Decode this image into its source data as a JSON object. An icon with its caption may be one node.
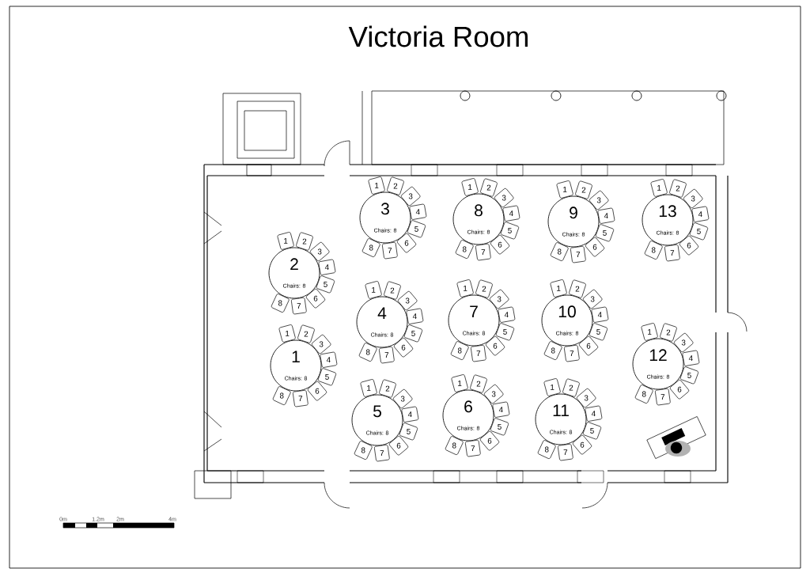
{
  "diagram": {
    "title": "Victoria Room",
    "nodes": [
      {
        "text": [
          "1",
          "Chairs: 8"
        ]
      },
      {
        "text": [
          "1"
        ]
      },
      {
        "text": [
          "2"
        ]
      },
      {
        "text": [
          "3"
        ]
      },
      {
        "text": [
          "4"
        ]
      },
      {
        "text": [
          "5"
        ]
      },
      {
        "text": [
          "6"
        ]
      },
      {
        "text": [
          "7"
        ]
      },
      {
        "text": [
          "8"
        ]
      },
      {
        "text": [
          "2",
          "Chairs: 8"
        ]
      },
      {
        "text": [
          "1"
        ]
      },
      {
        "text": [
          "2"
        ]
      },
      {
        "text": [
          "3"
        ]
      },
      {
        "text": [
          "4"
        ]
      },
      {
        "text": [
          "5"
        ]
      },
      {
        "text": [
          "6"
        ]
      },
      {
        "text": [
          "7"
        ]
      },
      {
        "text": [
          "8"
        ]
      },
      {
        "text": [
          "3",
          "Chairs: 8"
        ]
      },
      {
        "text": [
          "1"
        ]
      },
      {
        "text": [
          "2"
        ]
      },
      {
        "text": [
          "3"
        ]
      },
      {
        "text": [
          "4"
        ]
      },
      {
        "text": [
          "5"
        ]
      },
      {
        "text": [
          "6"
        ]
      },
      {
        "text": [
          "7"
        ]
      },
      {
        "text": [
          "8"
        ]
      },
      {
        "text": [
          "4",
          "Chairs: 8"
        ]
      },
      {
        "text": [
          "1"
        ]
      },
      {
        "text": [
          "2"
        ]
      },
      {
        "text": [
          "3"
        ]
      },
      {
        "text": [
          "4"
        ]
      },
      {
        "text": [
          "5"
        ]
      },
      {
        "text": [
          "6"
        ]
      },
      {
        "text": [
          "7"
        ]
      },
      {
        "text": [
          "8"
        ]
      },
      {
        "text": [
          "5",
          "Chairs: 8"
        ]
      },
      {
        "text": [
          "1"
        ]
      },
      {
        "text": [
          "2"
        ]
      },
      {
        "text": [
          "3"
        ]
      },
      {
        "text": [
          "4"
        ]
      },
      {
        "text": [
          "5"
        ]
      },
      {
        "text": [
          "6"
        ]
      },
      {
        "text": [
          "7"
        ]
      },
      {
        "text": [
          "8"
        ]
      },
      {
        "text": [
          "6",
          "Chairs: 8"
        ]
      },
      {
        "text": [
          "1"
        ]
      },
      {
        "text": [
          "2"
        ]
      },
      {
        "text": [
          "3"
        ]
      },
      {
        "text": [
          "4"
        ]
      },
      {
        "text": [
          "5"
        ]
      },
      {
        "text": [
          "6"
        ]
      },
      {
        "text": [
          "7"
        ]
      },
      {
        "text": [
          "8"
        ]
      },
      {
        "text": [
          "7",
          "Chairs: 8"
        ]
      },
      {
        "text": [
          "1"
        ]
      },
      {
        "text": [
          "2"
        ]
      },
      {
        "text": [
          "3"
        ]
      },
      {
        "text": [
          "4"
        ]
      },
      {
        "text": [
          "5"
        ]
      },
      {
        "text": [
          "6"
        ]
      },
      {
        "text": [
          "7"
        ]
      },
      {
        "text": [
          "8"
        ]
      },
      {
        "text": [
          "8",
          "Chairs: 8"
        ]
      },
      {
        "text": [
          "1"
        ]
      },
      {
        "text": [
          "2"
        ]
      },
      {
        "text": [
          "3"
        ]
      },
      {
        "text": [
          "4"
        ]
      },
      {
        "text": [
          "5"
        ]
      },
      {
        "text": [
          "6"
        ]
      },
      {
        "text": [
          "7"
        ]
      },
      {
        "text": [
          "8"
        ]
      },
      {
        "text": [
          "9",
          "Chairs: 8"
        ]
      },
      {
        "text": [
          "1"
        ]
      },
      {
        "text": [
          "2"
        ]
      },
      {
        "text": [
          "3"
        ]
      },
      {
        "text": [
          "4"
        ]
      },
      {
        "text": [
          "5"
        ]
      },
      {
        "text": [
          "6"
        ]
      },
      {
        "text": [
          "7"
        ]
      },
      {
        "text": [
          "8"
        ]
      },
      {
        "text": [
          "10",
          "Chairs: 8"
        ]
      },
      {
        "text": [
          "1"
        ]
      },
      {
        "text": [
          "2"
        ]
      },
      {
        "text": [
          "3"
        ]
      },
      {
        "text": [
          "4"
        ]
      },
      {
        "text": [
          "5"
        ]
      },
      {
        "text": [
          "6"
        ]
      },
      {
        "text": [
          "7"
        ]
      },
      {
        "text": [
          "8"
        ]
      },
      {
        "text": [
          "11",
          "Chairs: 8"
        ]
      },
      {
        "text": [
          "1"
        ]
      },
      {
        "text": [
          "2"
        ]
      },
      {
        "text": [
          "3"
        ]
      },
      {
        "text": [
          "4"
        ]
      },
      {
        "text": [
          "5"
        ]
      },
      {
        "text": [
          "6"
        ]
      },
      {
        "text": [
          "7"
        ]
      },
      {
        "text": [
          "8"
        ]
      },
      {
        "text": [
          "12",
          "Chairs: 8"
        ]
      },
      {
        "text": [
          "1"
        ]
      },
      {
        "text": [
          "2"
        ]
      },
      {
        "text": [
          "3"
        ]
      },
      {
        "text": [
          "4"
        ]
      },
      {
        "text": [
          "5"
        ]
      },
      {
        "text": [
          "6"
        ]
      },
      {
        "text": [
          "7"
        ]
      },
      {
        "text": [
          "8"
        ]
      },
      {
        "text": [
          "13",
          "Chairs: 8"
        ]
      },
      {
        "text": [
          "1"
        ]
      },
      {
        "text": [
          "2"
        ]
      },
      {
        "text": [
          "3"
        ]
      },
      {
        "text": [
          "4"
        ]
      },
      {
        "text": [
          "5"
        ]
      },
      {
        "text": [
          "6"
        ]
      },
      {
        "text": [
          "7"
        ]
      },
      {
        "text": [
          "8"
        ]
      }
    ],
    "labels": [
      "0m",
      "1.2m",
      "2m",
      "4m"
    ]
  }
}
